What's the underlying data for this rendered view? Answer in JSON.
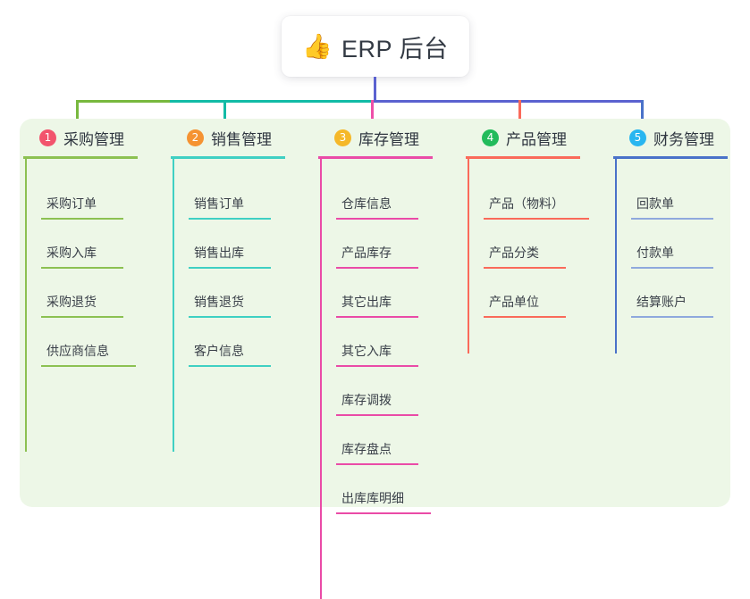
{
  "diagram": {
    "type": "mindmap",
    "background": "#ffffff",
    "panel_color": "#edf7e7",
    "root": {
      "icon": "thumbs-up-icon",
      "emoji": "👍",
      "label": "ERP 后台",
      "stem_color": "#5b62d0"
    },
    "connector_bus": [
      {
        "name": "bus-segment-green",
        "color": "#78b83e"
      },
      {
        "name": "bus-segment-teal",
        "color": "#12bba6"
      },
      {
        "name": "bus-segment-blue",
        "color": "#5b62d0"
      }
    ],
    "branches": [
      {
        "number": "1",
        "title": "采购管理",
        "badge_color": "#f2546d",
        "line_color": "#8cc152",
        "drop_color": "#78b83e",
        "items": [
          "采购订单",
          "采购入库",
          "采购退货",
          "供应商信息"
        ]
      },
      {
        "number": "2",
        "title": "销售管理",
        "badge_color": "#f59332",
        "line_color": "#3fd0c3",
        "drop_color": "#12bba6",
        "items": [
          "销售订单",
          "销售出库",
          "销售退货",
          "客户信息"
        ]
      },
      {
        "number": "3",
        "title": "库存管理",
        "badge_color": "#f5b829",
        "line_color": "#ea4ba7",
        "drop_color": "#ee4fa8",
        "items": [
          "仓库信息",
          "产品库存",
          "其它出库",
          "其它入库",
          "库存调拨",
          "库存盘点",
          "出库库明细"
        ]
      },
      {
        "number": "4",
        "title": "产品管理",
        "badge_color": "#22bb5b",
        "line_color": "#fa6a5a",
        "drop_color": "#fa6a5a",
        "items": [
          "产品（物料）",
          "产品分类",
          "产品单位"
        ]
      },
      {
        "number": "5",
        "title": "财务管理",
        "badge_color": "#29b6f0",
        "line_color": "#4a72c9",
        "drop_color": "#4a72c9",
        "items": [
          "回款单",
          "付款单",
          "结算账户"
        ]
      }
    ]
  }
}
